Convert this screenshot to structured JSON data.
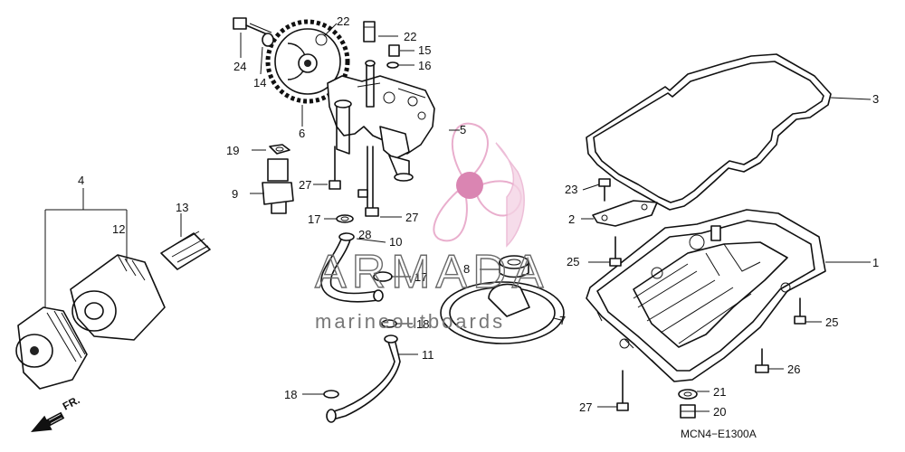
{
  "diagram": {
    "part_code": "MCN4−E1300A",
    "direction_label": "FR.",
    "callouts": {
      "c1": "1",
      "c2": "2",
      "c3": "3",
      "c4": "4",
      "c5": "5",
      "c6": "6",
      "c7": "7",
      "c8": "8",
      "c9": "9",
      "c10": "10",
      "c11": "11",
      "c12": "12",
      "c13": "13",
      "c14": "14",
      "c15": "15",
      "c16": "16",
      "c17a": "17",
      "c17b": "17",
      "c18a": "18",
      "c18b": "18",
      "c19": "19",
      "c20": "20",
      "c21": "21",
      "c22a": "22",
      "c22b": "22",
      "c23": "23",
      "c24": "24",
      "c25a": "25",
      "c25b": "25",
      "c26": "26",
      "c27a": "27",
      "c27b": "27",
      "c27c": "27",
      "c28": "28"
    }
  },
  "watermark": {
    "brand": "ARMADA",
    "tagline": "marineoutboards",
    "colors": {
      "propeller": "#e7a6c8",
      "hub": "#d678aa",
      "text": "#6a6a6a"
    }
  }
}
